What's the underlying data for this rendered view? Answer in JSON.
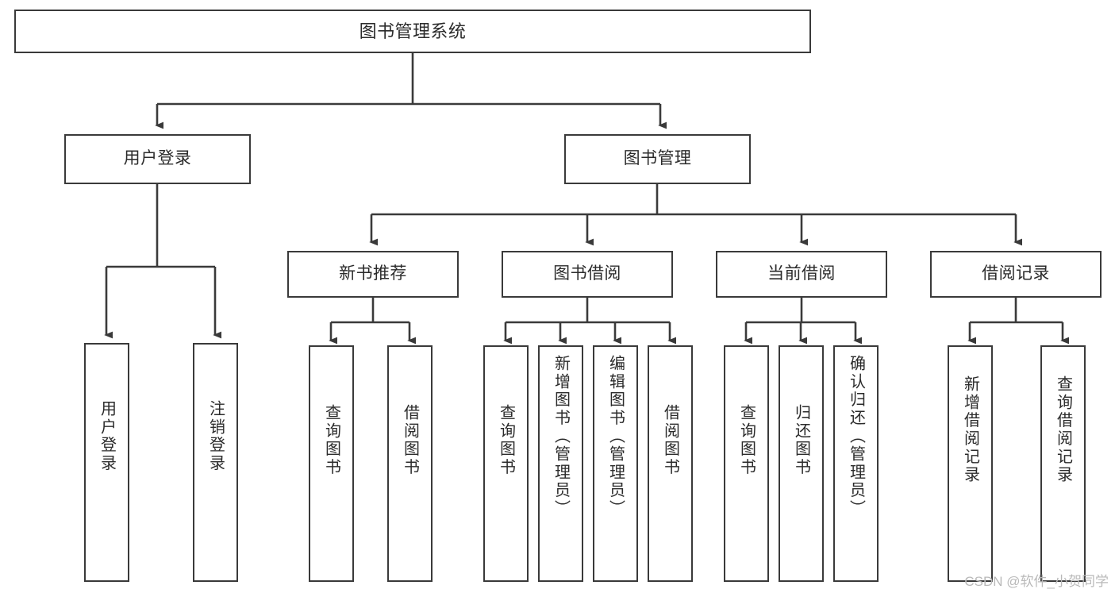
{
  "diagram": {
    "title": "图书管理系统",
    "type": "tree",
    "nodes": {
      "root": {
        "label": "图书管理系统",
        "orientation": "horizontal"
      },
      "level2": [
        {
          "id": "user-login",
          "label": "用户登录",
          "orientation": "horizontal"
        },
        {
          "id": "book-manage",
          "label": "图书管理",
          "orientation": "horizontal"
        }
      ],
      "level3": [
        {
          "id": "new-book-recommend",
          "label": "新书推荐",
          "orientation": "horizontal"
        },
        {
          "id": "book-borrow",
          "label": "图书借阅",
          "orientation": "horizontal"
        },
        {
          "id": "current-borrow",
          "label": "当前借阅",
          "orientation": "horizontal"
        },
        {
          "id": "borrow-record",
          "label": "借阅记录",
          "orientation": "horizontal"
        }
      ],
      "leaves": [
        {
          "id": "leaf-user-login",
          "label": "用户登录",
          "parent": "user-login",
          "orientation": "vertical"
        },
        {
          "id": "leaf-logout-login",
          "label": "注销登录",
          "parent": "user-login",
          "orientation": "vertical"
        },
        {
          "id": "leaf-query-book-1",
          "label": "查询图书",
          "parent": "new-book-recommend",
          "orientation": "vertical"
        },
        {
          "id": "leaf-borrow-book-1",
          "label": "借阅图书",
          "parent": "new-book-recommend",
          "orientation": "vertical"
        },
        {
          "id": "leaf-query-book-2",
          "label": "查询图书",
          "parent": "book-borrow",
          "orientation": "vertical"
        },
        {
          "id": "leaf-add-book",
          "label": "新增图书（管理员）",
          "parent": "book-borrow",
          "orientation": "vertical"
        },
        {
          "id": "leaf-edit-book",
          "label": "编辑图书（管理员）",
          "parent": "book-borrow",
          "orientation": "vertical"
        },
        {
          "id": "leaf-borrow-book-2",
          "label": "借阅图书",
          "parent": "book-borrow",
          "orientation": "vertical"
        },
        {
          "id": "leaf-query-book-3",
          "label": "查询图书",
          "parent": "current-borrow",
          "orientation": "vertical"
        },
        {
          "id": "leaf-return-book",
          "label": "归还图书",
          "parent": "current-borrow",
          "orientation": "vertical"
        },
        {
          "id": "leaf-confirm-return",
          "label": "确认归还（管理员）",
          "parent": "current-borrow",
          "orientation": "vertical"
        },
        {
          "id": "leaf-add-record",
          "label": "新增借阅记录",
          "parent": "borrow-record",
          "orientation": "vertical"
        },
        {
          "id": "leaf-query-record",
          "label": "查询借阅记录",
          "parent": "borrow-record",
          "orientation": "vertical"
        }
      ]
    },
    "colors": {
      "box_border": "#3a3a3a",
      "box_fill": "#ffffff",
      "line": "#3a3a3a",
      "text": "#2b2b2b",
      "watermark": "#b9b9b9",
      "background": "#ffffff"
    }
  },
  "watermark": {
    "text": "CSDN @软件_小贺同学"
  }
}
